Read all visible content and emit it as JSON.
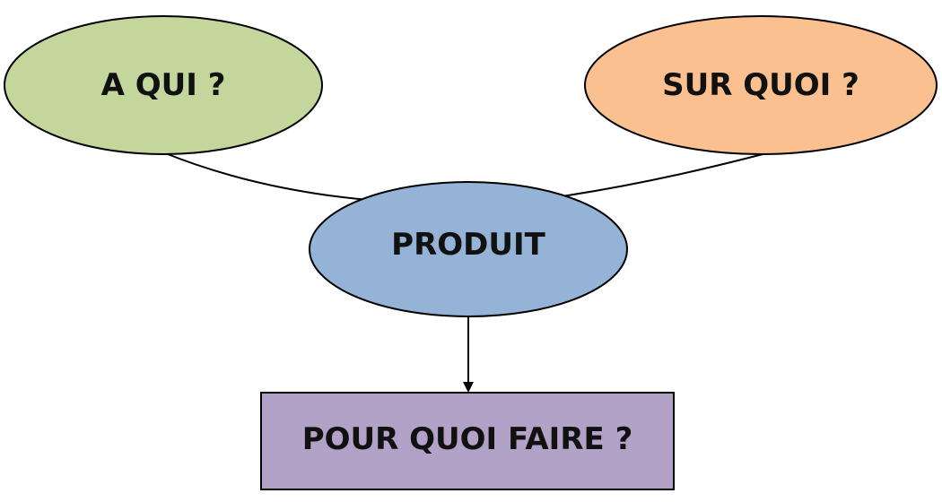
{
  "colors": {
    "stroke": "#000000",
    "a_qui_fill": "#c3d69b",
    "sur_quoi_fill": "#fac090",
    "produit_fill": "#95b3d7",
    "pour_quoi_faire_fill": "#b2a2c7"
  },
  "nodes": {
    "a_qui": "A QUI ?",
    "sur_quoi": "SUR QUOI ?",
    "produit": "PRODUIT",
    "pour_quoi_faire": "POUR QUOI FAIRE ?"
  }
}
